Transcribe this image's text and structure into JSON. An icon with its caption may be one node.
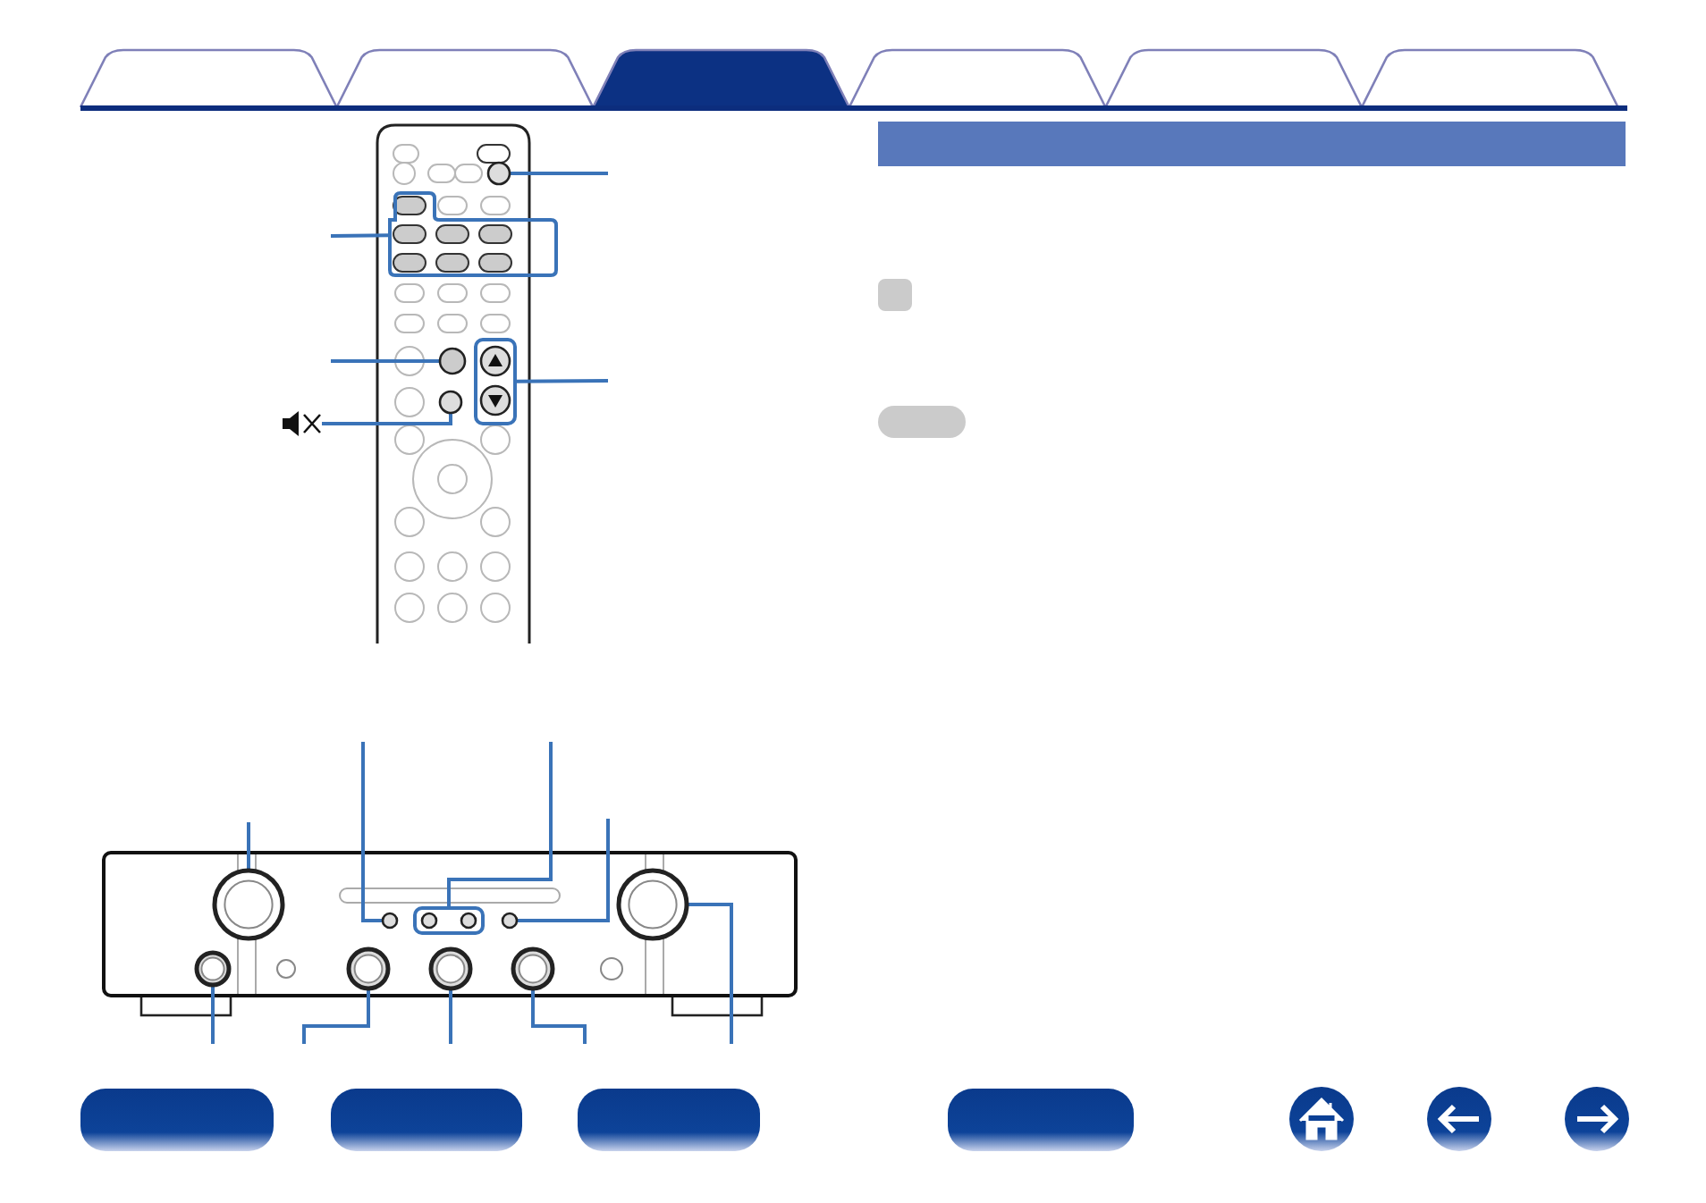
{
  "diagram": {
    "nodes": [
      {
        "text": [],
        "shape": "circle"
      },
      {
        "text": [],
        "shape": "box"
      },
      {
        "text": [],
        "shape": "circle"
      },
      {
        "text": [],
        "shape": "speaker"
      },
      {
        "text": [],
        "shape": "circle"
      },
      {
        "text": [],
        "shape": "box"
      },
      {
        "text": [],
        "shape": "circle"
      },
      {
        "text": [],
        "shape": "circle"
      },
      {
        "text": [],
        "shape": "box"
      },
      {
        "text": [],
        "shape": "circle"
      },
      {
        "text": [],
        "shape": "circle"
      },
      {
        "text": [],
        "shape": "circle"
      },
      {
        "text": [],
        "shape": "circle"
      },
      {
        "text": [],
        "shape": "circle"
      },
      {
        "text": [],
        "shape": "circle"
      }
    ],
    "edges": [
      {
        "from": null,
        "to": 0,
        "arrow": "none"
      },
      {
        "from": null,
        "to": 1,
        "arrow": "none"
      },
      {
        "from": null,
        "to": 2,
        "arrow": "none"
      },
      {
        "from": 3,
        "to": 4,
        "arrow": "none"
      },
      {
        "from": null,
        "to": 5,
        "arrow": "none"
      },
      {
        "from": null,
        "to": 6,
        "arrow": "none"
      },
      {
        "from": null,
        "to": 7,
        "arrow": "none"
      },
      {
        "from": null,
        "to": 8,
        "arrow": "none"
      },
      {
        "from": null,
        "to": 9,
        "arrow": "none"
      },
      {
        "from": null,
        "to": 10,
        "arrow": "none"
      },
      {
        "from": null,
        "to": 11,
        "arrow": "none"
      },
      {
        "from": null,
        "to": 12,
        "arrow": "none"
      },
      {
        "from": null,
        "to": 13,
        "arrow": "none"
      },
      {
        "from": null,
        "to": 14,
        "arrow": "none"
      }
    ]
  }
}
